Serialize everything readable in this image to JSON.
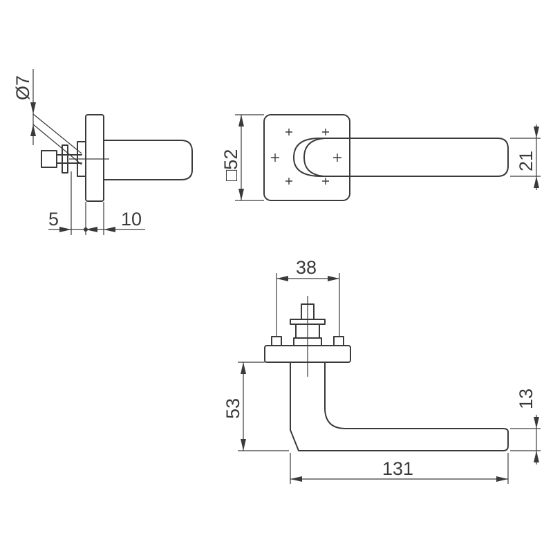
{
  "views": {
    "side": {
      "dims": {
        "dia": "Ø7",
        "left": "5",
        "right": "10"
      }
    },
    "front": {
      "dims": {
        "rose": "□52",
        "grip": "21"
      }
    },
    "top": {
      "dims": {
        "width": "38",
        "height": "53",
        "thickness": "13",
        "length": "131"
      }
    }
  },
  "colors": {
    "line": "#3a3a3a",
    "background": "#ffffff"
  }
}
